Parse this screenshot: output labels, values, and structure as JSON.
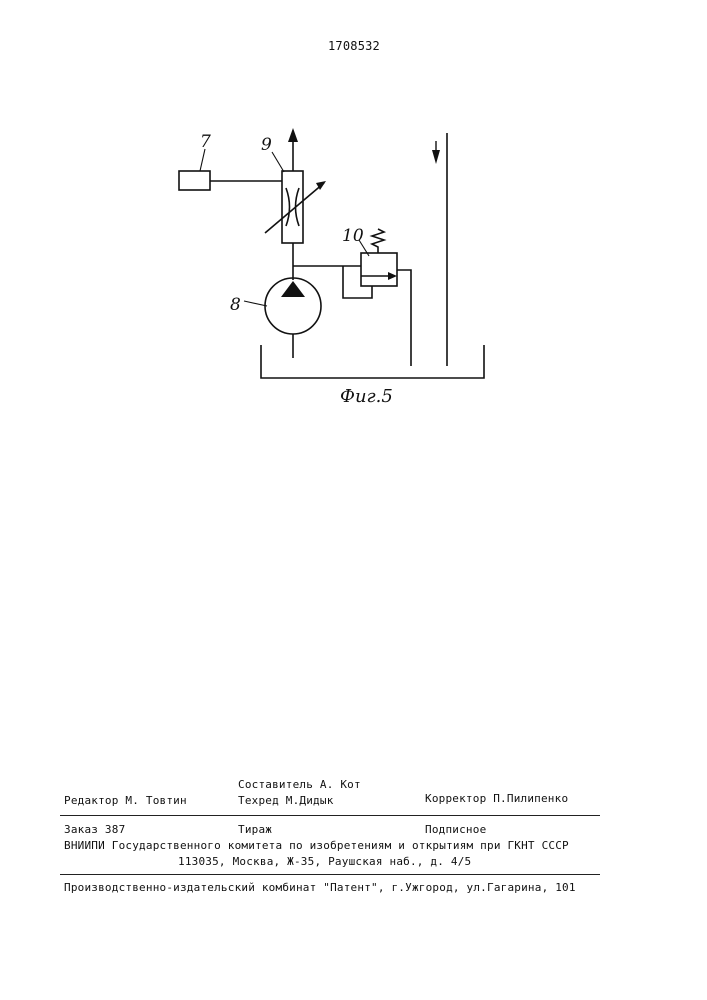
{
  "patent_number": "1708532",
  "figure": {
    "caption": "Фиг.5",
    "labels": {
      "l7": "7",
      "l9": "9",
      "l10": "10",
      "l8": "8"
    }
  },
  "imprint": {
    "compiler": "Составитель А. Кот",
    "editor": "Редактор М. Товтин",
    "techred": "Техред М.Дидык",
    "corrector": "Корректор П.Пилипенко",
    "order": "Заказ 387",
    "circulation": "Тираж",
    "subscription": "Подписное",
    "vniipi_line": "ВНИИПИ Государственного комитета по изобретениям и открытиям при ГКНТ СССР",
    "address_line": "113035, Москва, Ж-35, Раушская наб., д. 4/5",
    "plant_line": "Производственно-издательский комбинат \"Патент\", г.Ужгород, ул.Гагарина, 101"
  }
}
